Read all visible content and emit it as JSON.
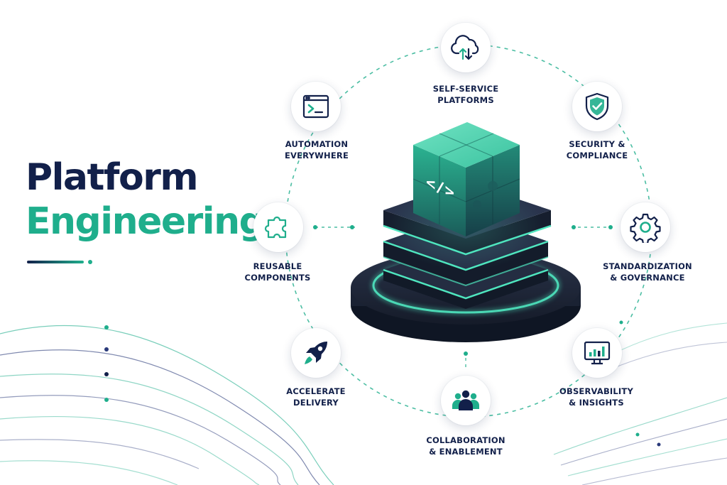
{
  "title": {
    "line1": "Platform",
    "line2": "Engineering"
  },
  "colors": {
    "navy": "#12204a",
    "teal": "#1fae8c",
    "cube": "#2e9f86",
    "platform": "#1c2436"
  },
  "center": {
    "icon": "code-brackets-icon",
    "label": "</>"
  },
  "features": [
    {
      "icon": "cloud-sync-icon",
      "line1": "SELF-SERVICE",
      "line2": "PLATFORMS"
    },
    {
      "icon": "shield-check-icon",
      "line1": "SECURITY &",
      "line2": "COMPLIANCE"
    },
    {
      "icon": "gear-icon",
      "line1": "STANDARDIZATION",
      "line2": "& GOVERNANCE"
    },
    {
      "icon": "bar-chart-monitor-icon",
      "line1": "OBSERVABILITY",
      "line2": "& INSIGHTS"
    },
    {
      "icon": "team-icon",
      "line1": "COLLABORATION",
      "line2": "& ENABLEMENT"
    },
    {
      "icon": "rocket-icon",
      "line1": "ACCELERATE",
      "line2": "DELIVERY"
    },
    {
      "icon": "puzzle-icon",
      "line1": "REUSABLE",
      "line2": "COMPONENTS"
    },
    {
      "icon": "terminal-icon",
      "line1": "AUTOMATION",
      "line2": "EVERYWHERE"
    }
  ]
}
